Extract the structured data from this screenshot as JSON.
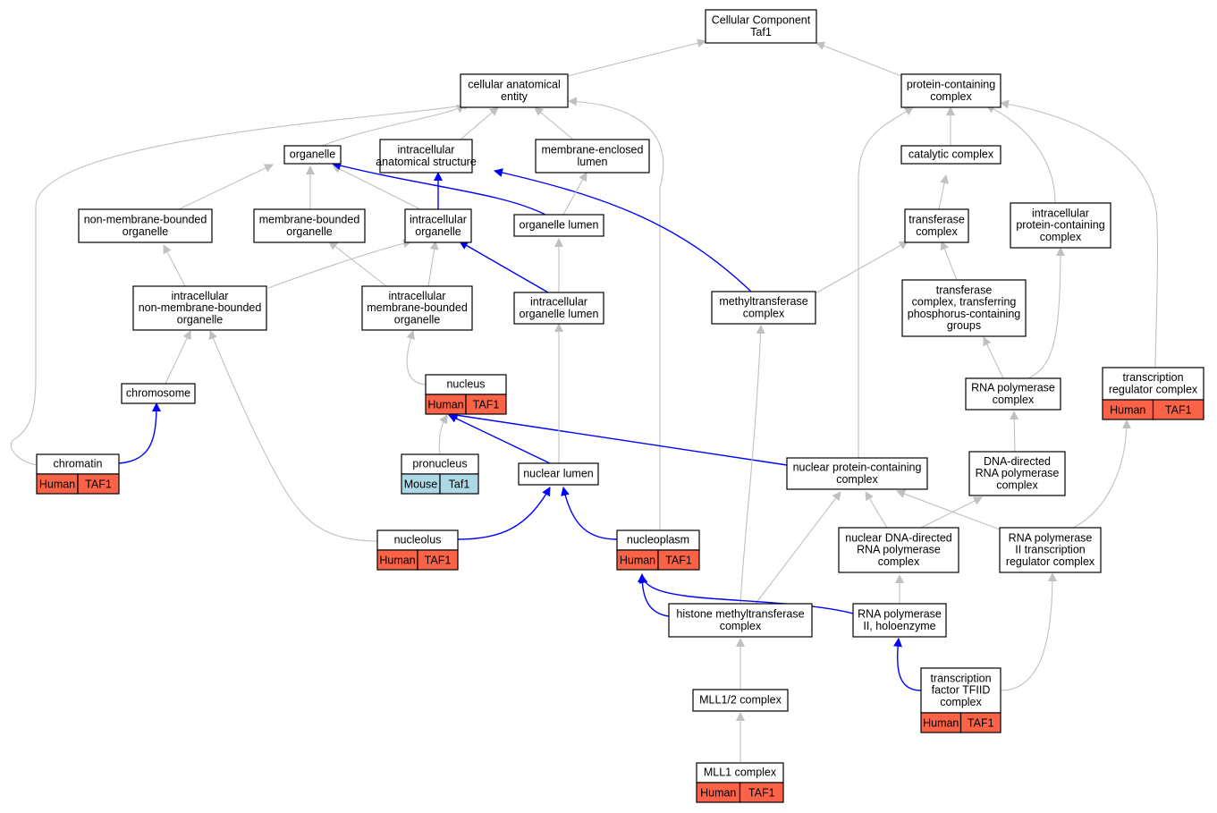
{
  "colors": {
    "human_tag": "#FA6347",
    "mouse_tag": "#ADD8E6",
    "is_a_edge": "#C0C0C0",
    "part_of_edge": "#0000FF",
    "node_border": "#000000",
    "node_fill": "#FFFFFF"
  },
  "nodes": [
    {
      "id": "cc",
      "lines": [
        "Cellular Component",
        "Taf1"
      ]
    },
    {
      "id": "cae",
      "lines": [
        "cellular anatomical",
        "entity"
      ]
    },
    {
      "id": "pcc",
      "lines": [
        "protein-containing",
        "complex"
      ]
    },
    {
      "id": "organelle",
      "lines": [
        "organelle"
      ]
    },
    {
      "id": "ias",
      "lines": [
        "intracellular",
        "anatomical structure"
      ]
    },
    {
      "id": "mel",
      "lines": [
        "membrane-enclosed",
        "lumen"
      ]
    },
    {
      "id": "catc",
      "lines": [
        "catalytic complex"
      ]
    },
    {
      "id": "nmbo",
      "lines": [
        "non-membrane-bounded",
        "organelle"
      ]
    },
    {
      "id": "mbo",
      "lines": [
        "membrane-bounded",
        "organelle"
      ]
    },
    {
      "id": "io",
      "lines": [
        "intracellular",
        "organelle"
      ]
    },
    {
      "id": "ol",
      "lines": [
        "organelle lumen"
      ]
    },
    {
      "id": "tc",
      "lines": [
        "transferase",
        "complex"
      ]
    },
    {
      "id": "ipcc",
      "lines": [
        "intracellular",
        "protein-containing",
        "complex"
      ]
    },
    {
      "id": "inmbo",
      "lines": [
        "intracellular",
        "non-membrane-bounded",
        "organelle"
      ]
    },
    {
      "id": "imbo",
      "lines": [
        "intracellular",
        "membrane-bounded",
        "organelle"
      ]
    },
    {
      "id": "iol",
      "lines": [
        "intracellular",
        "organelle lumen"
      ]
    },
    {
      "id": "mtc",
      "lines": [
        "methyltransferase",
        "complex"
      ]
    },
    {
      "id": "tctp",
      "lines": [
        "transferase",
        "complex, transferring",
        "phosphorus-containing",
        "groups"
      ]
    },
    {
      "id": "chromosome",
      "lines": [
        "chromosome"
      ]
    },
    {
      "id": "nucleus",
      "lines": [
        "nucleus"
      ],
      "tags": [
        [
          "Human",
          "TAF1"
        ]
      ]
    },
    {
      "id": "rnapc",
      "lines": [
        "RNA polymerase",
        "complex"
      ]
    },
    {
      "id": "trc",
      "lines": [
        "transcription",
        "regulator complex"
      ],
      "tags": [
        [
          "Human",
          "TAF1"
        ]
      ]
    },
    {
      "id": "chromatin",
      "lines": [
        "chromatin"
      ],
      "tags": [
        [
          "Human",
          "TAF1"
        ]
      ]
    },
    {
      "id": "pronucleus",
      "lines": [
        "pronucleus"
      ],
      "tags": [
        [
          "Mouse",
          "Taf1"
        ]
      ]
    },
    {
      "id": "nl",
      "lines": [
        "nuclear lumen"
      ]
    },
    {
      "id": "npcc",
      "lines": [
        "nuclear protein-containing",
        "complex"
      ]
    },
    {
      "id": "ddrnap",
      "lines": [
        "DNA-directed",
        "RNA polymerase",
        "complex"
      ]
    },
    {
      "id": "nucleolus",
      "lines": [
        "nucleolus"
      ],
      "tags": [
        [
          "Human",
          "TAF1"
        ]
      ]
    },
    {
      "id": "nucleoplasm",
      "lines": [
        "nucleoplasm"
      ],
      "tags": [
        [
          "Human",
          "TAF1"
        ]
      ]
    },
    {
      "id": "nddrnap",
      "lines": [
        "nuclear DNA-directed",
        "RNA polymerase",
        "complex"
      ]
    },
    {
      "id": "rnap2trc",
      "lines": [
        "RNA polymerase",
        "II transcription",
        "regulator complex"
      ]
    },
    {
      "id": "hmtc",
      "lines": [
        "histone methyltransferase",
        "complex"
      ]
    },
    {
      "id": "rnap2h",
      "lines": [
        "RNA polymerase",
        "II, holoenzyme"
      ]
    },
    {
      "id": "mll12",
      "lines": [
        "MLL1/2 complex"
      ]
    },
    {
      "id": "tftfiid",
      "lines": [
        "transcription",
        "factor TFIID",
        "complex"
      ],
      "tags": [
        [
          "Human",
          "TAF1"
        ]
      ]
    },
    {
      "id": "mll1",
      "lines": [
        "MLL1 complex"
      ],
      "tags": [
        [
          "Human",
          "TAF1"
        ]
      ]
    }
  ],
  "edges": [
    {
      "from": "cae",
      "to": "cc",
      "type": "is_a"
    },
    {
      "from": "pcc",
      "to": "cc",
      "type": "is_a"
    },
    {
      "from": "organelle",
      "to": "cae",
      "type": "is_a"
    },
    {
      "from": "ias",
      "to": "cae",
      "type": "is_a"
    },
    {
      "from": "mel",
      "to": "cae",
      "type": "is_a"
    },
    {
      "from": "chromatin",
      "to": "cae",
      "type": "is_a"
    },
    {
      "from": "nucleoplasm",
      "to": "cae",
      "type": "is_a"
    },
    {
      "from": "catc",
      "to": "pcc",
      "type": "is_a"
    },
    {
      "from": "ipcc",
      "to": "pcc",
      "type": "is_a"
    },
    {
      "from": "trc",
      "to": "pcc",
      "type": "is_a"
    },
    {
      "from": "npcc",
      "to": "pcc",
      "type": "is_a"
    },
    {
      "from": "nmbo",
      "to": "organelle",
      "type": "is_a"
    },
    {
      "from": "mbo",
      "to": "organelle",
      "type": "is_a"
    },
    {
      "from": "io",
      "to": "organelle",
      "type": "is_a"
    },
    {
      "from": "ol",
      "to": "organelle",
      "type": "part_of"
    },
    {
      "from": "io",
      "to": "ias",
      "type": "part_of"
    },
    {
      "from": "mtc",
      "to": "ias",
      "type": "part_of"
    },
    {
      "from": "ol",
      "to": "mel",
      "type": "is_a"
    },
    {
      "from": "tc",
      "to": "catc",
      "type": "is_a"
    },
    {
      "from": "inmbo",
      "to": "nmbo",
      "type": "is_a"
    },
    {
      "from": "inmbo",
      "to": "io",
      "type": "is_a"
    },
    {
      "from": "imbo",
      "to": "mbo",
      "type": "is_a"
    },
    {
      "from": "imbo",
      "to": "io",
      "type": "is_a"
    },
    {
      "from": "iol",
      "to": "io",
      "type": "part_of"
    },
    {
      "from": "iol",
      "to": "ol",
      "type": "is_a"
    },
    {
      "from": "mtc",
      "to": "tc",
      "type": "is_a"
    },
    {
      "from": "tctp",
      "to": "tc",
      "type": "is_a"
    },
    {
      "from": "rnapc",
      "to": "tctp",
      "type": "is_a"
    },
    {
      "from": "rnapc",
      "to": "ipcc",
      "type": "is_a"
    },
    {
      "from": "chromosome",
      "to": "inmbo",
      "type": "is_a"
    },
    {
      "from": "nucleolus",
      "to": "inmbo",
      "type": "is_a"
    },
    {
      "from": "nucleus",
      "to": "imbo",
      "type": "is_a"
    },
    {
      "from": "chromatin",
      "to": "chromosome",
      "type": "part_of"
    },
    {
      "from": "pronucleus",
      "to": "nucleus",
      "type": "is_a"
    },
    {
      "from": "nl",
      "to": "nucleus",
      "type": "part_of"
    },
    {
      "from": "npcc",
      "to": "nucleus",
      "type": "part_of"
    },
    {
      "from": "nl",
      "to": "iol",
      "type": "is_a"
    },
    {
      "from": "ddrnap",
      "to": "rnapc",
      "type": "is_a"
    },
    {
      "from": "rnap2trc",
      "to": "trc",
      "type": "is_a"
    },
    {
      "from": "nucleolus",
      "to": "nl",
      "type": "part_of"
    },
    {
      "from": "nucleoplasm",
      "to": "nl",
      "type": "part_of"
    },
    {
      "from": "nddrnap",
      "to": "npcc",
      "type": "is_a"
    },
    {
      "from": "nddrnap",
      "to": "ddrnap",
      "type": "is_a"
    },
    {
      "from": "rnap2trc",
      "to": "npcc",
      "type": "is_a"
    },
    {
      "from": "hmtc",
      "to": "npcc",
      "type": "is_a"
    },
    {
      "from": "hmtc",
      "to": "mtc",
      "type": "is_a"
    },
    {
      "from": "hmtc",
      "to": "nucleoplasm",
      "type": "part_of"
    },
    {
      "from": "rnap2h",
      "to": "nucleoplasm",
      "type": "part_of"
    },
    {
      "from": "rnap2h",
      "to": "nddrnap",
      "type": "is_a"
    },
    {
      "from": "mll12",
      "to": "hmtc",
      "type": "is_a"
    },
    {
      "from": "tftfiid",
      "to": "rnap2h",
      "type": "part_of"
    },
    {
      "from": "tftfiid",
      "to": "rnap2trc",
      "type": "is_a"
    },
    {
      "from": "mll1",
      "to": "mll12",
      "type": "is_a"
    }
  ]
}
